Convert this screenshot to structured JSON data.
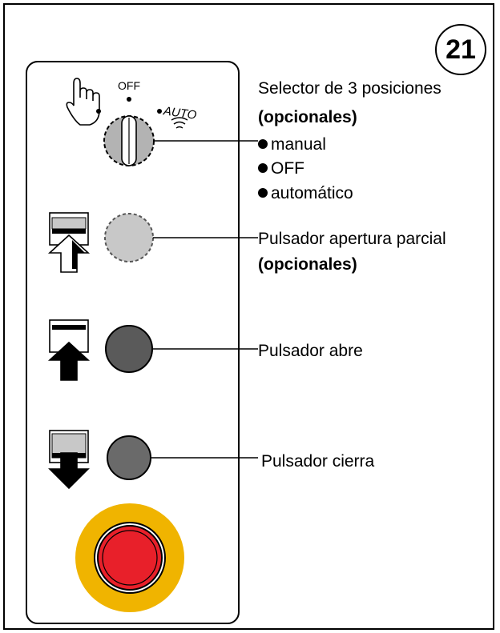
{
  "figure_number": "21",
  "selector": {
    "title": "Selector de 3 posiciones",
    "note": "(opcionales)",
    "positions": [
      "manual",
      "OFF",
      "automático"
    ],
    "off_label": "OFF",
    "auto_label": "AUTO"
  },
  "partial": {
    "title": "Pulsador apertura parcial",
    "note": "(opcionales)"
  },
  "open": {
    "title": "Pulsador abre"
  },
  "close": {
    "title": "Pulsador cierra"
  },
  "icons": {
    "manual": "hand-pointer-icon",
    "auto": "wifi-auto-icon",
    "partial": "partial-open-arrow-icon",
    "open": "open-arrow-icon",
    "close": "close-arrow-icon"
  },
  "colors": {
    "selector_knob": "#b3b3b3",
    "partial_button": "#c8c8c8",
    "open_button": "#5a5a5a",
    "close_button": "#6a6a6a",
    "emergency_ring": "#f0b400",
    "emergency_button": "#e8202a"
  }
}
